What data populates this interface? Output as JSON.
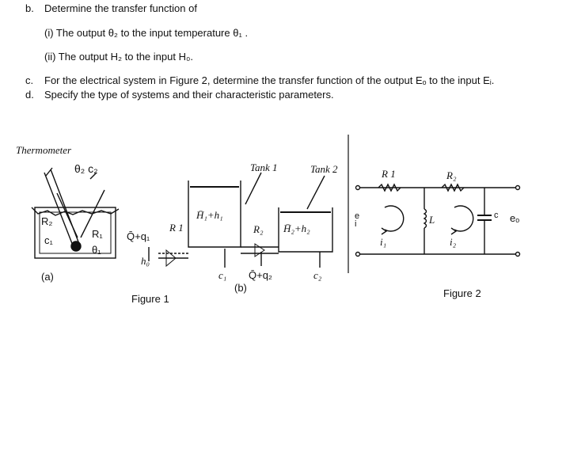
{
  "questions": {
    "b": {
      "marker": "b.",
      "text": "Determine the transfer function of"
    },
    "b_i": {
      "text": "(i) The output θ₂ to the input temperature θ₁ ."
    },
    "b_ii": {
      "text": "(ii) The output H₂ to the input H₀."
    },
    "c": {
      "marker": "c.",
      "text": "For the electrical system in Figure 2, determine the transfer function of the output Eₒ to the input Eᵢ."
    },
    "d": {
      "marker": "d.",
      "text": "Specify the type of systems and their characteristic parameters."
    }
  },
  "figure1": {
    "caption": "Figure 1",
    "thermometer_label": "Thermometer",
    "theta2_c2": "θ₂ c₂",
    "r2": "R₂",
    "c1": "c₁",
    "r1": "R₁",
    "theta1": "θ₁",
    "sub_a": "(a)",
    "sub_b": "(b)",
    "tank1": "Tank 1",
    "tank2": "Tank 2",
    "q_in": "Q̄+q₁",
    "h0": "h₀",
    "tank_r1": "R 1",
    "h1_level": "H̄₁+h₁",
    "tank_r2": "R₂",
    "h2_level": "H̄₂+h₂",
    "tank_c1": "c₁",
    "q_out": "Q̄+q₂",
    "tank_c2": "c₂"
  },
  "figure2": {
    "caption": "Figure 2",
    "r1": "R 1",
    "r2": "R₂",
    "ei_top": "e",
    "ei_sub": "i",
    "inductor": "L",
    "i1": "i₁",
    "i2": "i₂",
    "cap": "c",
    "eo": "eₒ"
  }
}
